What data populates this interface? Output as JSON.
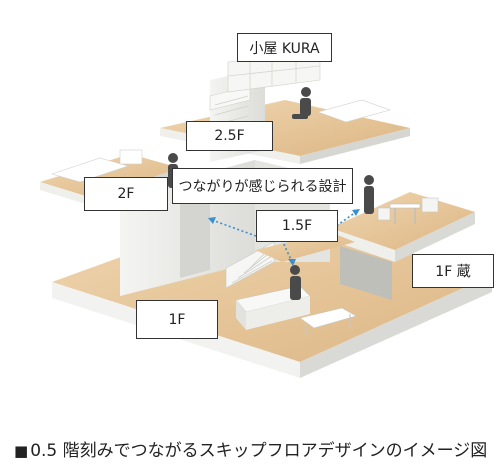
{
  "labels": {
    "kura": "小屋 KURA",
    "floor_2_5": "2.5F",
    "floor_2": "2F",
    "connection": "つながりが感じられる設計",
    "floor_1_5": "1.5F",
    "floor_1": "1F",
    "floor_1_storage": "1F 蔵"
  },
  "caption": {
    "marker": "■",
    "text": "0.5 階刻みでつながるスキップフロアデザインのイメージ図"
  },
  "colors": {
    "wood_floor": "#e8c9a0",
    "wood_edge": "#c9a070",
    "wall": "#ececea",
    "wall_shade": "#d6d6d3",
    "arrow": "#3a8fd0"
  }
}
